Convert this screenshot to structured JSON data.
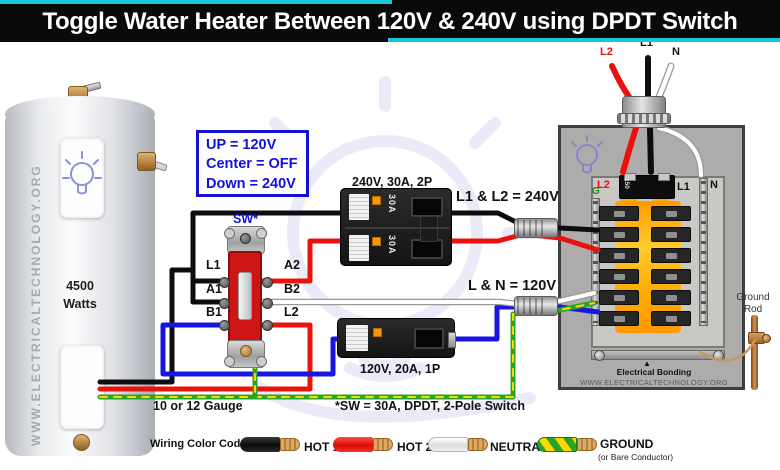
{
  "title": "Toggle Water Heater Between 120V & 240V using DPDT Switch",
  "water_heater": {
    "watts": "4500 Watts",
    "watermark": "WWW.ELECTRICALTECHNOLOGY.ORG"
  },
  "info_box": {
    "l1": "UP = 120V",
    "l2": "Center = OFF",
    "l3": "Down = 240V"
  },
  "switch": {
    "label": "SW*",
    "l1": "L1",
    "a1": "A1",
    "b1": "B1",
    "a2": "A2",
    "b2": "B2",
    "l2": "L2"
  },
  "breaker_240": {
    "label": "240V, 30A, 2P",
    "pole": "30A"
  },
  "breaker_120": {
    "label": "120V, 20A, 1P"
  },
  "notes": {
    "v240": "L1 & L2 = 240V",
    "v120": "L & N = 120V",
    "gauge": "10 or 12 Gauge",
    "sw": "*SW = 30A, DPDT, 2-Pole Switch"
  },
  "panel": {
    "feed_l1": "L1",
    "feed_l2": "L2",
    "feed_n": "N",
    "main_l2": "L2",
    "main_l1": "L1",
    "main_n": "N",
    "ground": "G",
    "main_rating": "150",
    "bonding": "Electrical Bonding",
    "website": "WWW.ELECTRICALTECHNOLOGY.ORG"
  },
  "ground_rod": {
    "label": "Ground Rod"
  },
  "legend": {
    "title": "Wiring Color Codes (NEC)",
    "hot1": "HOT 1",
    "hot2": "HOT 2",
    "neutral": "NEUTRAL",
    "ground": "GROUND",
    "ground_sub": "(or Bare Conductor)"
  },
  "colors": {
    "hot1": "#111111",
    "hot2": "#e8130c",
    "neutral": "#ffffff",
    "ground_green": "#28a428",
    "ground_yellow": "#ffd800",
    "accent_cyan": "#19c8d7",
    "info_blue": "#1111d6"
  }
}
